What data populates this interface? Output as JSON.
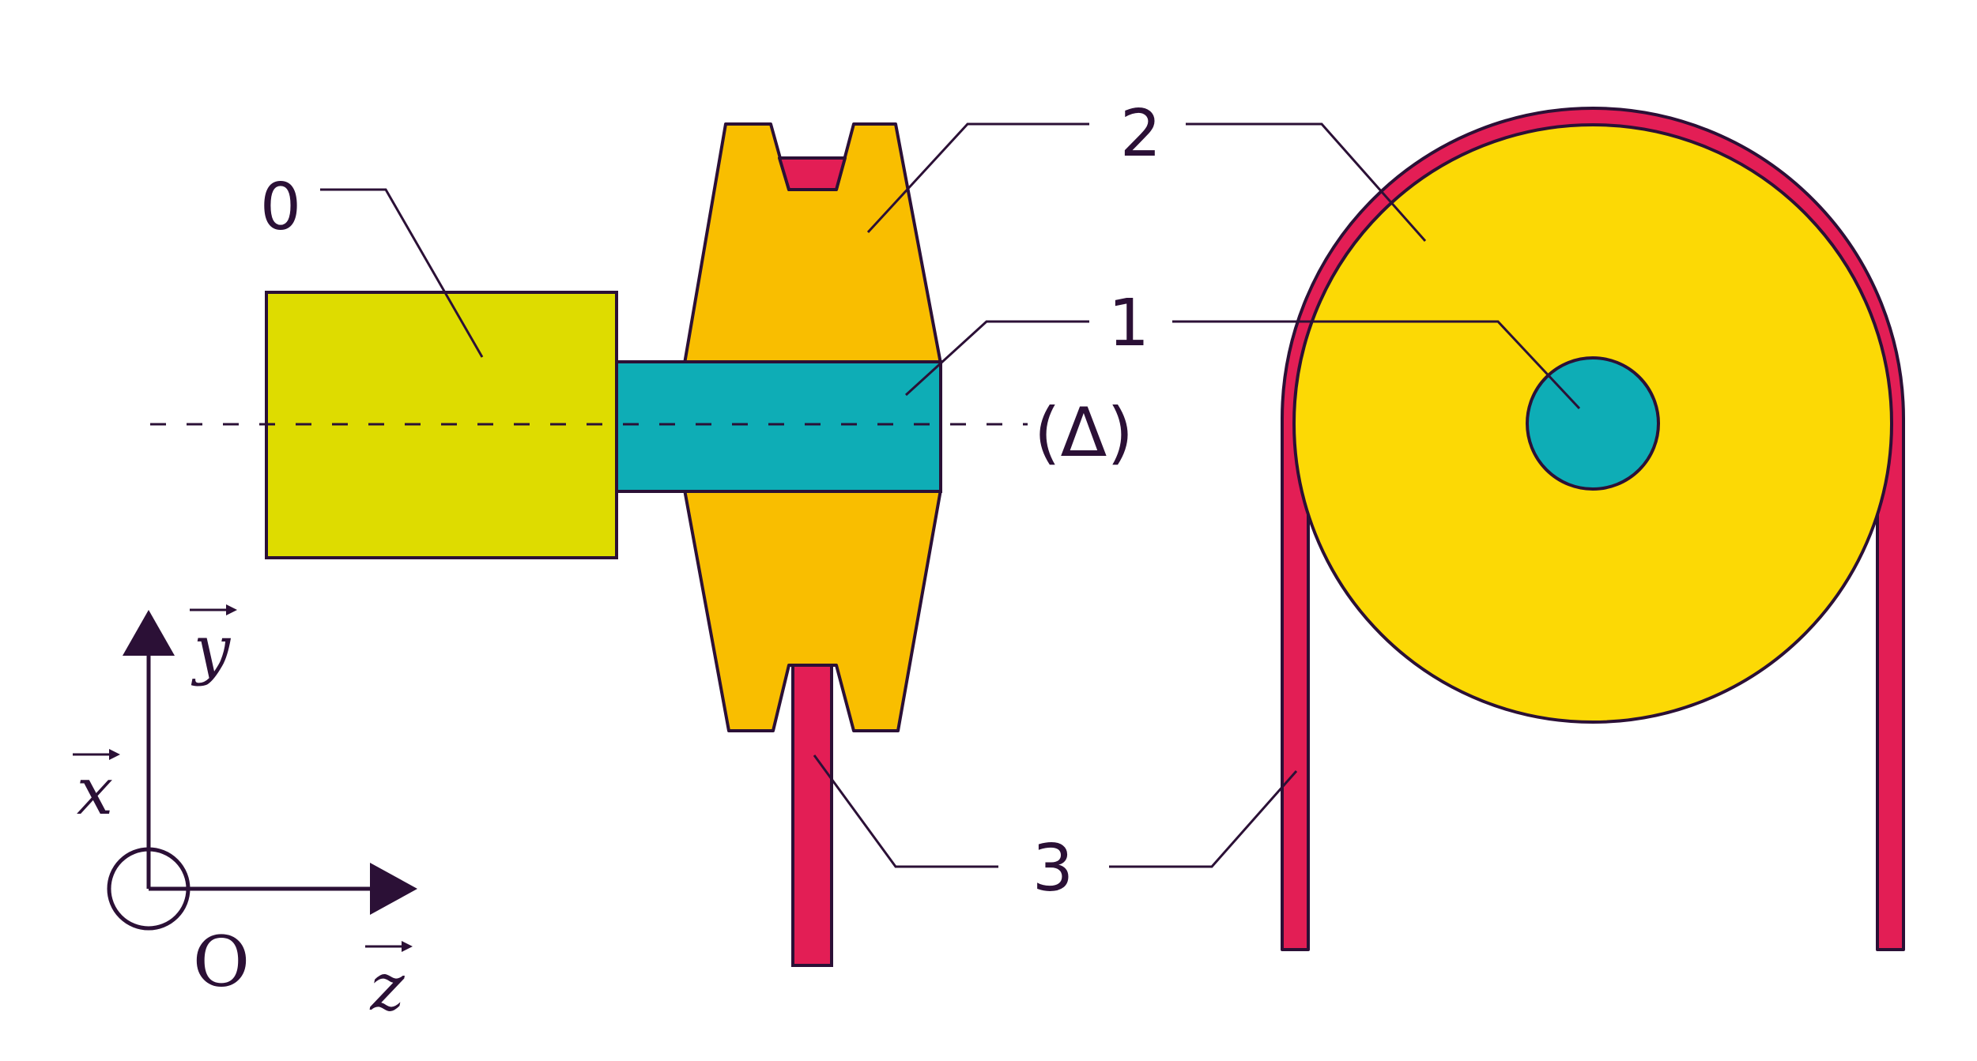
{
  "colors": {
    "outline": "#2b1036",
    "motor": "#dedc00",
    "shaft": "#0eadb6",
    "pulley_side": "#f9be00",
    "pulley_front": "#fcd905",
    "belt": "#e31e55"
  },
  "labels": {
    "part_0": "0",
    "part_1": "1",
    "part_2": "2",
    "part_3": "3",
    "axis_delta": "(Δ)",
    "origin": "O",
    "axis_x": "x",
    "axis_y": "y",
    "axis_z": "z"
  }
}
